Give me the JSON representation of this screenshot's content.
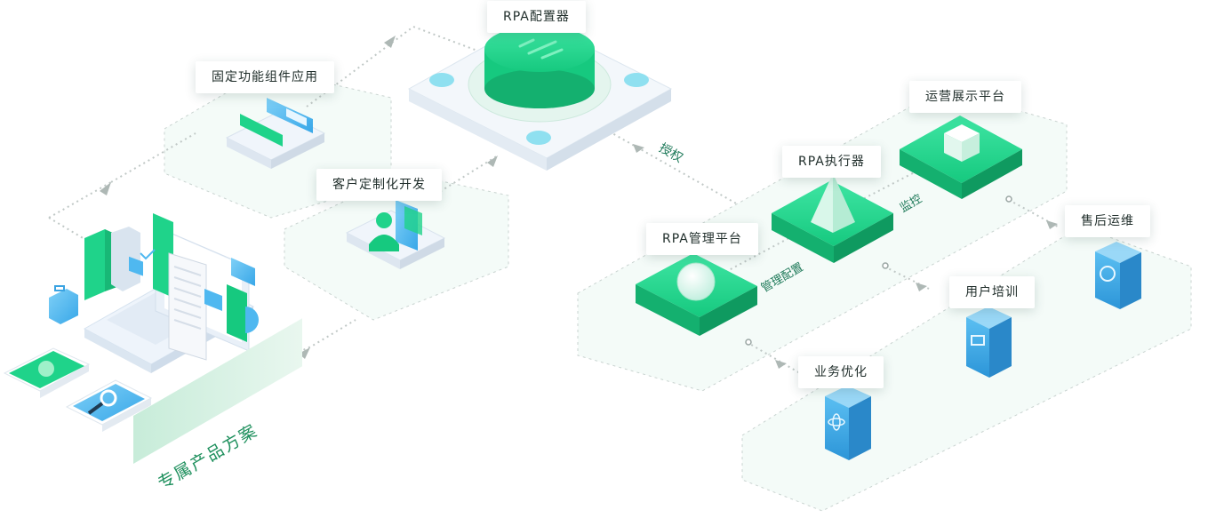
{
  "labels": {
    "configurator": "RPA配置器",
    "fixed_components": "固定功能组件应用",
    "custom_dev": "客户定制化开发",
    "exclusive_solution": "专属产品方案",
    "authorize": "授权",
    "ops_display": "运营展示平台",
    "executor": "RPA执行器",
    "monitor": "监控",
    "manage_platform": "RPA管理平台",
    "manage_config": "管理配置",
    "after_sales": "售后运维",
    "user_training": "用户培训",
    "biz_optimize": "业务优化"
  },
  "icons": [
    "laptop-document-icon",
    "briefcase-icon",
    "tablet-gear-icon",
    "tablet-search-icon",
    "component-cards-icon",
    "custom-dev-user-icon",
    "configurator-platform-icon",
    "cube-icon",
    "pyramid-icon",
    "sphere-icon",
    "headset-icon",
    "presentation-icon",
    "atom-icon"
  ],
  "colors": {
    "green": "#1fd38a",
    "green_dark": "#14b06f",
    "blue": "#4fb8f0",
    "dashed": "#bfc9c6",
    "text": "#1f2d2a"
  }
}
